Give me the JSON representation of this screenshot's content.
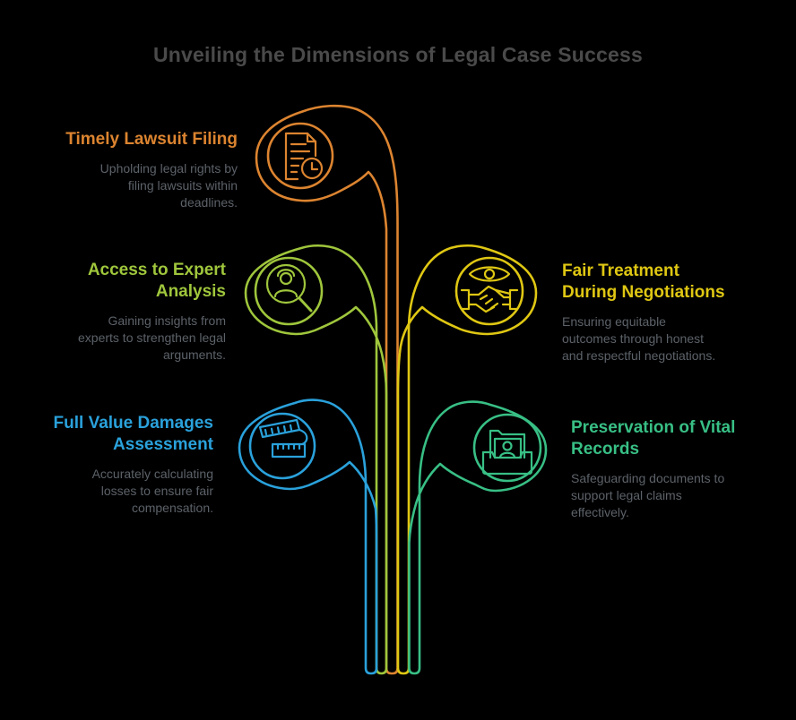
{
  "background": "#000000",
  "title": {
    "text": "Unveiling the Dimensions of Legal Case Success",
    "color": "#4A4A4A"
  },
  "desc_color": "#5C6269",
  "branches": [
    {
      "id": "timely-lawsuit-filing",
      "color": "#DC8430",
      "icon": "document-clock-icon",
      "title_lines": [
        "Timely Lawsuit Filing",
        ""
      ],
      "desc_lines": [
        "Upholding legal rights by",
        "filing lawsuits within",
        "deadlines."
      ]
    },
    {
      "id": "access-to-expert-analysis",
      "color": "#9FC63C",
      "icon": "expert-magnifier-icon",
      "title_lines": [
        "Access to Expert",
        "Analysis"
      ],
      "desc_lines": [
        "Gaining insights from",
        "experts to strengthen legal",
        "arguments."
      ]
    },
    {
      "id": "fair-treatment-during-negotiations",
      "color": "#DFC713",
      "icon": "eye-handshake-icon",
      "title_lines": [
        "Fair Treatment",
        "During Negotiations"
      ],
      "desc_lines": [
        "Ensuring equitable",
        "outcomes through honest",
        "and respectful negotiations."
      ]
    },
    {
      "id": "full-value-damages-assessment",
      "color": "#2AA1DB",
      "icon": "measuring-tape-icon",
      "title_lines": [
        "Full Value Damages",
        "Assessment"
      ],
      "desc_lines": [
        "Accurately calculating",
        "losses to ensure fair",
        "compensation."
      ]
    },
    {
      "id": "preservation-of-vital-records",
      "color": "#38BF85",
      "icon": "archive-records-icon",
      "title_lines": [
        "Preservation of Vital",
        "Records"
      ],
      "desc_lines": [
        "Safeguarding documents to",
        "support legal claims",
        "effectively."
      ]
    }
  ]
}
